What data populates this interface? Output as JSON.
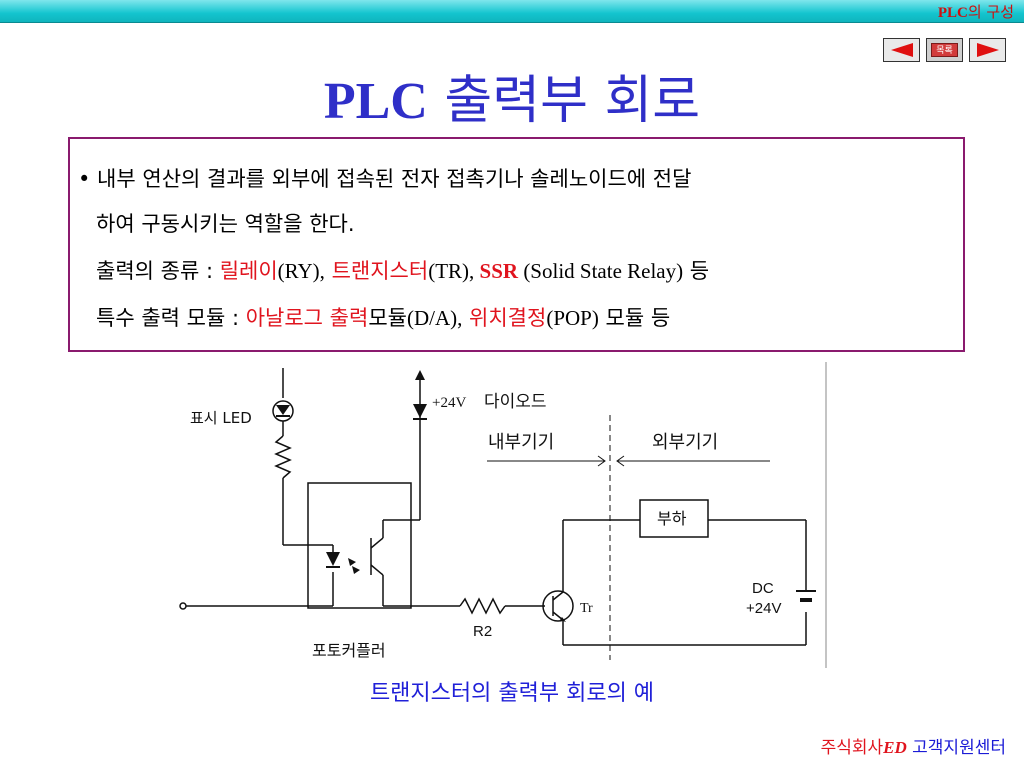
{
  "header": {
    "section_latin": "PLC",
    "section_korean": "의 구성"
  },
  "nav": {
    "menu_label": "목록"
  },
  "title": {
    "latin": "PLC",
    "korean": " 출력부 회로"
  },
  "box": {
    "line1": "• 내부 연산의 결과를 외부에 접속된 전자 접촉기나 솔레노이드에 전달",
    "line2": "하여 구동시키는 역할을 한다.",
    "line3": {
      "label": "출력의 종류 : ",
      "relay_ko": "릴레이",
      "relay_code": "(RY),",
      "tr_ko": " 트랜지스터",
      "tr_code": "(TR),",
      "ssr_code": " SSR",
      "ssr_desc": " (Solid State Relay)",
      "suffix": " 등"
    },
    "line4": {
      "label": "특수 출력 모듈 : ",
      "analog_ko": "아날로그 출력",
      "module_ko": "모듈",
      "da_code": "(D/A),",
      "pos_ko": " 위치결정",
      "pop_code": "(POP)",
      "suffix": " 모듈 등"
    }
  },
  "diagram": {
    "led_label": "표시 LED",
    "v24_label": "+24V",
    "diode_label": "다이오드",
    "internal_label": "내부기기",
    "external_label": "외부기기",
    "load_label": "부하",
    "dc_label": "DC",
    "dc_voltage": "+24V",
    "tr_label": "Tr",
    "r2_label": "R2",
    "photocoupler_label": "포토커플러"
  },
  "caption": "트랜지스터의 출력부 회로의 예",
  "footer": {
    "company_prefix": "주식회사",
    "company_ed": "ED",
    "support": "고객지원센터"
  }
}
